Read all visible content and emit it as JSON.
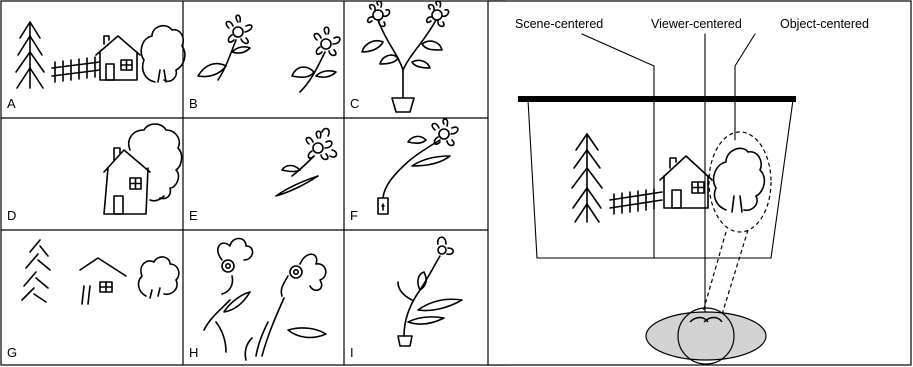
{
  "left_panel": {
    "cells": [
      {
        "label": "A",
        "content": "tree-fence-house-bush"
      },
      {
        "label": "B",
        "content": "two-flowers"
      },
      {
        "label": "C",
        "content": "flower-pot-two-flowers"
      },
      {
        "label": "D",
        "content": "house-bush"
      },
      {
        "label": "E",
        "content": "flower"
      },
      {
        "label": "F",
        "content": "flower-pot"
      },
      {
        "label": "G",
        "content": "tree-house-bush-distorted"
      },
      {
        "label": "H",
        "content": "two-flowers-distorted"
      },
      {
        "label": "I",
        "content": "flower-pot-distorted"
      }
    ]
  },
  "right_panel": {
    "frames": [
      {
        "label": "Scene-centered"
      },
      {
        "label": "Viewer-centered"
      },
      {
        "label": "Object-centered"
      }
    ]
  }
}
